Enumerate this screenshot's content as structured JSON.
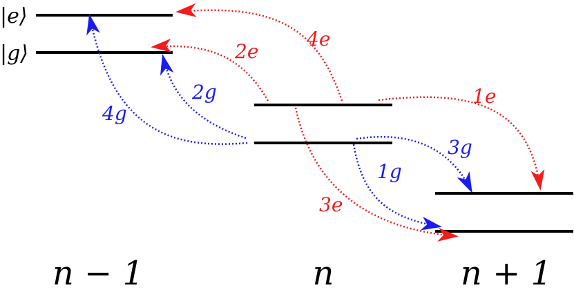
{
  "state_labels": {
    "excited": "|e⟩",
    "ground": "|g⟩"
  },
  "site_labels": {
    "left": "n − 1",
    "center": "n",
    "right": "n + 1"
  },
  "colors": {
    "e_transition": "#f21c1c",
    "g_transition": "#1c1cf2",
    "level": "#000000"
  },
  "transitions": {
    "t1e": "1e",
    "t2e": "2e",
    "t3e": "3e",
    "t4e": "4e",
    "t1g": "1g",
    "t2g": "2g",
    "t3g": "3g",
    "t4g": "4g"
  }
}
